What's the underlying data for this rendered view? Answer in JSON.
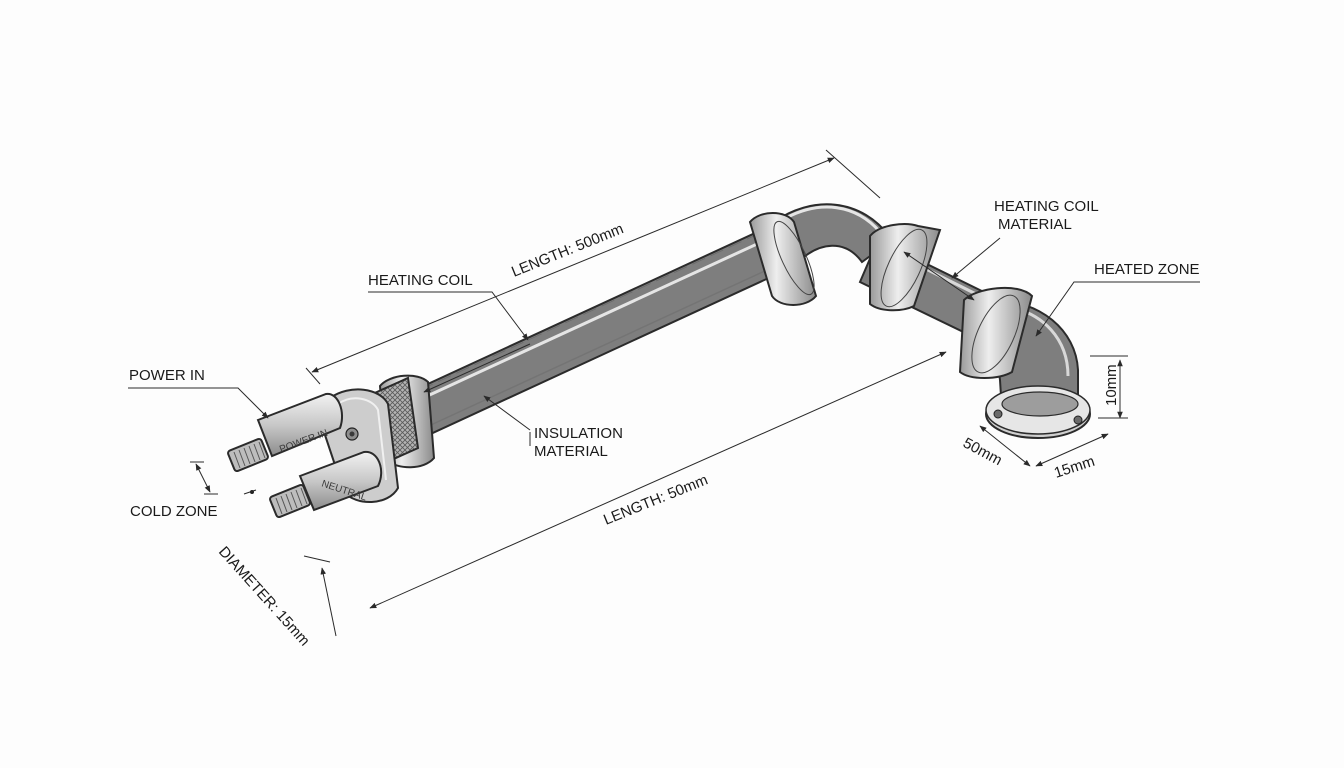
{
  "labels": {
    "heating_coil": "HEATING COIL",
    "heating_coil_material_line1": "HEATING COIL",
    "heating_coil_material_line2": "MATERIAL",
    "heated_zone": "HEATED ZONE",
    "power_in": "POWER IN",
    "insulation_line1": "INSULATION",
    "insulation_line2": "MATERIAL",
    "cold_zone": "COLD ZONE"
  },
  "dimensions": {
    "length_top": "LENGTH: 500mm",
    "length_bottom": "LENGTH: 50mm",
    "diameter": "DIAMETER: 15mm",
    "height_10": "10mm",
    "flange_50": "50mm",
    "flange_15": "15mm"
  },
  "engravings": {
    "power_terminal": "POWER IN",
    "neutral_terminal": "NEUTRAL"
  },
  "colors": {
    "metal_light": "#f2f2f2",
    "metal_mid": "#c4c4c4",
    "metal_dark": "#8a8a8a",
    "ink": "#1a1a1a"
  }
}
